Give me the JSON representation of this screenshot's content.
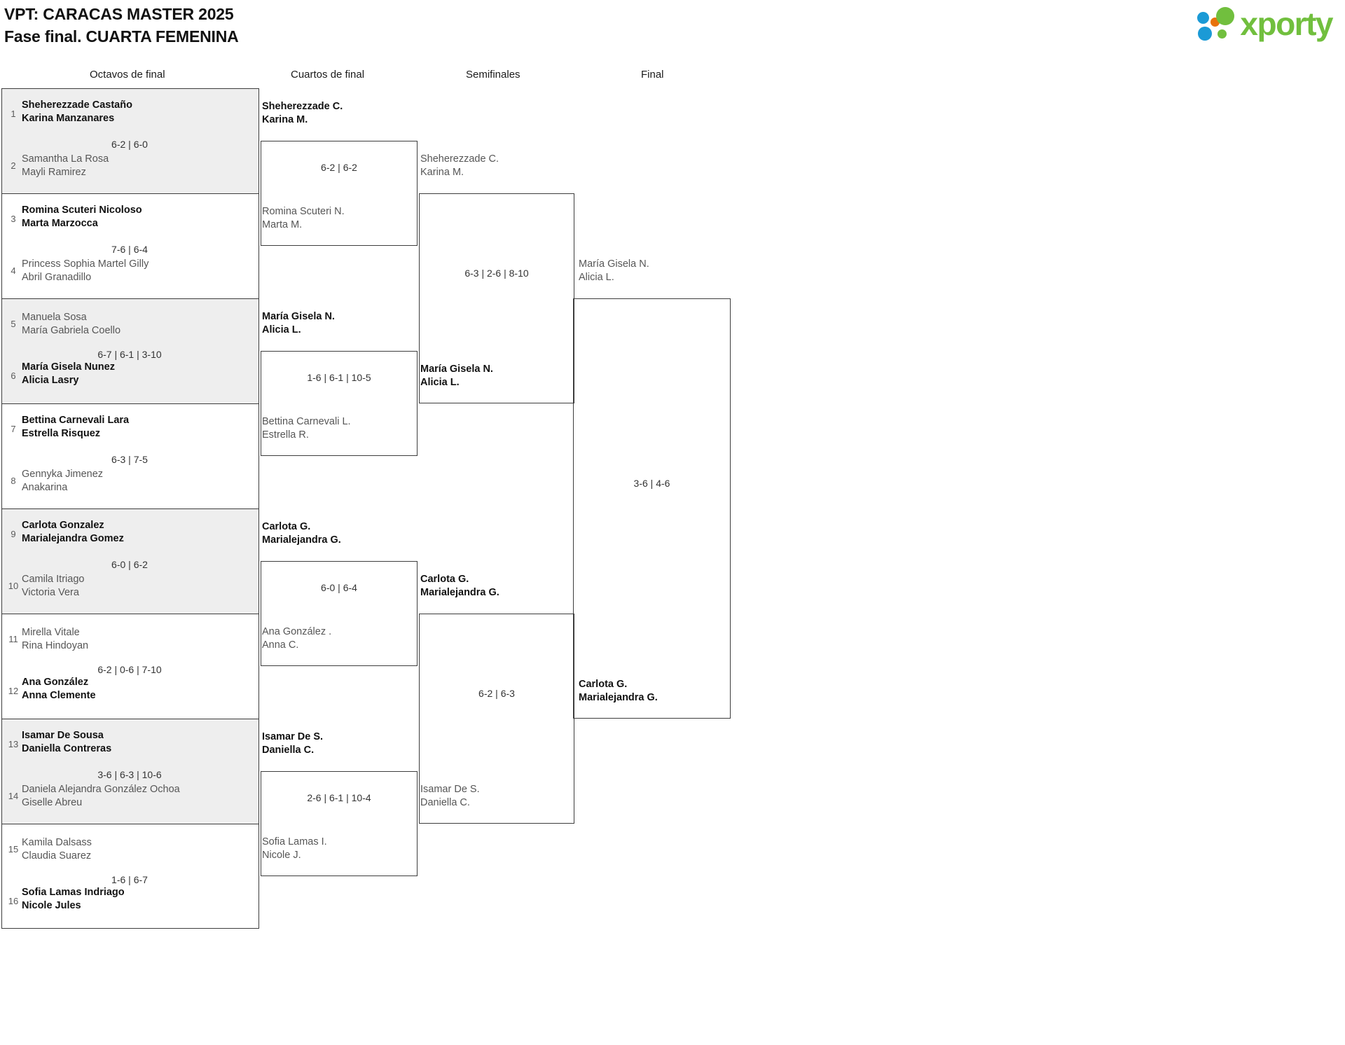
{
  "header": {
    "title_line1": "VPT: CARACAS MASTER 2025",
    "title_line2": "Fase final. CUARTA FEMENINA",
    "logo_text": "xporty",
    "logo_colors": {
      "green": "#71bf3e",
      "blue": "#1b9ad6",
      "orange": "#e8720c"
    }
  },
  "rounds": [
    {
      "label": "Octavos de final"
    },
    {
      "label": "Cuartos de final"
    },
    {
      "label": "Semifinales"
    },
    {
      "label": "Final"
    }
  ],
  "round1": {
    "entries": [
      {
        "seed": "1",
        "line1": "Sheherezzade Castaño",
        "line2": "Karina Manzanares",
        "winner": true
      },
      {
        "seed": "2",
        "line1": "Samantha La Rosa",
        "line2": "Mayli Ramirez",
        "winner": false
      },
      {
        "seed": "3",
        "line1": "Romina Scuteri Nicoloso",
        "line2": "Marta Marzocca",
        "winner": true
      },
      {
        "seed": "4",
        "line1": "Princess Sophia Martel Gilly",
        "line2": "Abril Granadillo",
        "winner": false
      },
      {
        "seed": "5",
        "line1": "Manuela Sosa",
        "line2": "María Gabriela Coello",
        "winner": false
      },
      {
        "seed": "6",
        "line1": "María Gisela Nunez",
        "line2": "Alicia Lasry",
        "winner": true
      },
      {
        "seed": "7",
        "line1": "Bettina Carnevali Lara",
        "line2": "Estrella Risquez",
        "winner": true
      },
      {
        "seed": "8",
        "line1": "Gennyka Jimenez",
        "line2": "Anakarina",
        "winner": false
      },
      {
        "seed": "9",
        "line1": "Carlota Gonzalez",
        "line2": "Marialejandra Gomez",
        "winner": true
      },
      {
        "seed": "10",
        "line1": "Camila Itriago",
        "line2": "Victoria Vera",
        "winner": false
      },
      {
        "seed": "11",
        "line1": "Mirella Vitale",
        "line2": "Rina Hindoyan",
        "winner": false
      },
      {
        "seed": "12",
        "line1": "Ana González",
        "line2": "Anna Clemente",
        "winner": true
      },
      {
        "seed": "13",
        "line1": "Isamar De Sousa",
        "line2": "Daniella Contreras",
        "winner": true
      },
      {
        "seed": "14",
        "line1": "Daniela Alejandra González Ochoa",
        "line2": "Giselle Abreu",
        "winner": false
      },
      {
        "seed": "15",
        "line1": "Kamila Dalsass",
        "line2": "Claudia Suarez",
        "winner": false
      },
      {
        "seed": "16",
        "line1": "Sofia Lamas Indriago",
        "line2": "Nicole Jules",
        "winner": true
      }
    ],
    "scores": [
      "6-2 | 6-0",
      "7-6 | 6-4",
      "6-7 | 6-1 | 3-10",
      "6-3 | 7-5",
      "6-0 | 6-2",
      "6-2 | 0-6 | 7-10",
      "3-6 | 6-3 | 10-6",
      "1-6 | 6-7"
    ]
  },
  "round2": {
    "entries": [
      {
        "line1": "Sheherezzade C.",
        "line2": "Karina M.",
        "winner": true
      },
      {
        "line1": "Romina Scuteri N.",
        "line2": "Marta M.",
        "winner": false
      },
      {
        "line1": "María Gisela N.",
        "line2": "Alicia L.",
        "winner": true
      },
      {
        "line1": "Bettina Carnevali L.",
        "line2": "Estrella R.",
        "winner": false
      },
      {
        "line1": "Carlota G.",
        "line2": "Marialejandra G.",
        "winner": true
      },
      {
        "line1": "Ana González .",
        "line2": "Anna C.",
        "winner": false
      },
      {
        "line1": "Isamar De S.",
        "line2": "Daniella C.",
        "winner": true
      },
      {
        "line1": "Sofia Lamas I.",
        "line2": "Nicole J.",
        "winner": false
      }
    ],
    "scores": [
      "6-2 | 6-2",
      "1-6 | 6-1 | 10-5",
      "6-0 | 6-4",
      "2-6 | 6-1 | 10-4"
    ]
  },
  "round3": {
    "entries": [
      {
        "line1": "Sheherezzade C.",
        "line2": "Karina M.",
        "winner": false
      },
      {
        "line1": "María Gisela N.",
        "line2": "Alicia L.",
        "winner": true
      },
      {
        "line1": "Carlota G.",
        "line2": "Marialejandra G.",
        "winner": true
      },
      {
        "line1": "Isamar De S.",
        "line2": "Daniella C.",
        "winner": false
      }
    ],
    "scores": [
      "6-3 | 2-6 | 8-10",
      "6-2 | 6-3"
    ]
  },
  "round4": {
    "entries": [
      {
        "line1": "María Gisela N.",
        "line2": "Alicia L.",
        "winner": false
      },
      {
        "line1": "Carlota G.",
        "line2": "Marialejandra G.",
        "winner": true
      }
    ],
    "scores": [
      "3-6 | 4-6"
    ]
  }
}
